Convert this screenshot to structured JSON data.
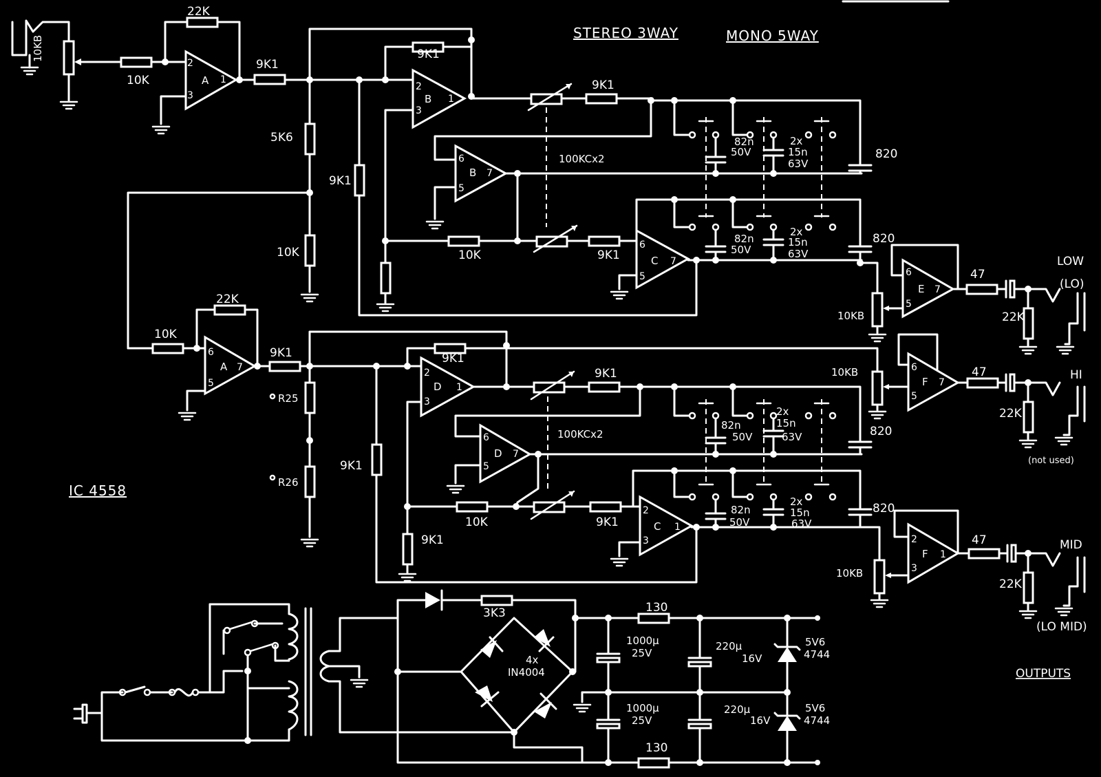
{
  "header": {
    "stereo": "STEREO 3WAY",
    "mono": "MONO 5WAY"
  },
  "ic_label": "IC 4558",
  "outputs_label": "OUTPUTS",
  "outputs": {
    "low": "LOW",
    "low_sub": "(LO)",
    "hi": "HI",
    "hi_note": "(not used)",
    "mid": "MID",
    "mid_sub": "(LO MID)"
  },
  "opamps": [
    {
      "letter": "A",
      "pins": [
        "2",
        "3",
        "1"
      ]
    },
    {
      "letter": "B",
      "pins": [
        "2",
        "3",
        "1"
      ]
    },
    {
      "letter": "B",
      "pins": [
        "6",
        "5",
        "7"
      ]
    },
    {
      "letter": "C",
      "pins": [
        "6",
        "5",
        "7"
      ]
    },
    {
      "letter": "E",
      "pins": [
        "6",
        "5",
        "7"
      ]
    },
    {
      "letter": "A",
      "pins": [
        "6",
        "5",
        "7"
      ]
    },
    {
      "letter": "D",
      "pins": [
        "2",
        "3",
        "1"
      ]
    },
    {
      "letter": "D",
      "pins": [
        "6",
        "5",
        "7"
      ]
    },
    {
      "letter": "F",
      "pins": [
        "6",
        "5",
        "7"
      ]
    },
    {
      "letter": "C",
      "pins": [
        "2",
        "3",
        "1"
      ]
    },
    {
      "letter": "F",
      "pins": [
        "2",
        "3",
        "1"
      ]
    }
  ],
  "values": {
    "r22k": "22K",
    "r10k": "10K",
    "r9k1": "9K1",
    "r5k6": "5K6",
    "pot10kb": "10KB",
    "dualpot": "100KCx2",
    "r47": "47",
    "c820": "820",
    "c82n": "82n",
    "v50": "50V",
    "c2x": "2x",
    "c15n": "15n",
    "v63": "63V",
    "r25": "R25",
    "r26": "R26",
    "r3k3": "3K3",
    "bridge_count": "4x",
    "bridge_part": "IN4004",
    "r130": "130",
    "c1000": "1000µ",
    "v25": "25V",
    "c220": "220µ",
    "v16": "16V",
    "zener_v": "5V6",
    "zener_part": "4744"
  }
}
